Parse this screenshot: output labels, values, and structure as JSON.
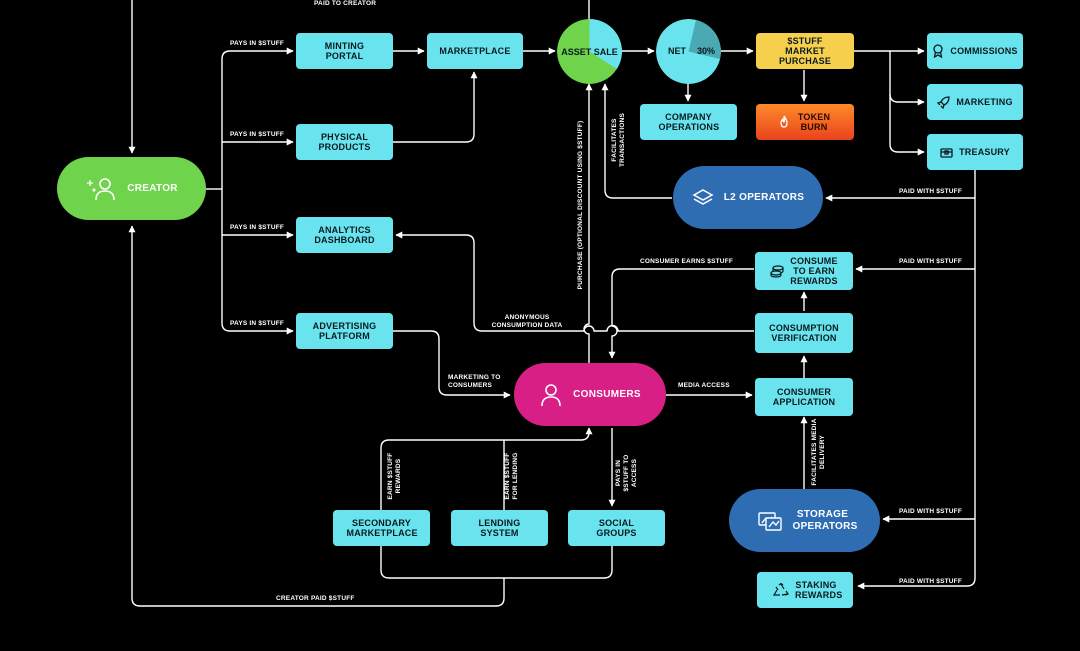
{
  "colors": {
    "background": "#000000",
    "node": "#69e4ef",
    "creator": "#6fd34b",
    "consumers": "#d81f86",
    "operators": "#2f6db3",
    "market_purchase": "#f6d04d",
    "token_burn": "#e8431c",
    "line": "#ffffff"
  },
  "nodes": {
    "creator": "CREATOR",
    "minting_portal": "MINTING PORTAL",
    "physical_products": "PHYSICAL PRODUCTS",
    "analytics_dashboard": "ANALYTICS DASHBOARD",
    "advertising_platform": "ADVERTISING PLATFORM",
    "marketplace": "MARKETPLACE",
    "asset_sale": "ASSET SALE",
    "net": "NET",
    "net_percent": "30%",
    "company_operations": "COMPANY OPERATIONS",
    "market_purchase": "$STUFF MARKET PURCHASE",
    "token_burn": "TOKEN BURN",
    "commissions": "COMMISSIONS",
    "marketing": "MARKETING",
    "treasury": "TREASURY",
    "l2_operators": "L2 OPERATORS",
    "consume_to_earn": "CONSUME TO EARN REWARDS",
    "consumption_verification": "CONSUMPTION VERIFICATION",
    "consumers": "CONSUMERS",
    "consumer_application": "CONSUMER APPLICATION",
    "secondary_marketplace": "SECONDARY MARKETPLACE",
    "lending_system": "LENDING SYSTEM",
    "social_groups": "SOCIAL GROUPS",
    "storage_operators": "STORAGE OPERATORS",
    "staking_rewards": "STAKING REWARDS"
  },
  "edge_labels": {
    "paid_to_creator": "PAID TO CREATOR",
    "pays_in_1": "PAYS IN $STUFF",
    "pays_in_2": "PAYS IN $STUFF",
    "pays_in_3": "PAYS IN $STUFF",
    "pays_in_4": "PAYS IN $STUFF",
    "purchase_discount": "PURCHASE (OPTIONAL DISCOUNT USING $STUFF)",
    "facilitates_transactions": "FACILITATES TRANSACTIONS",
    "paid_with_1": "PAID WITH $STUFF",
    "paid_with_2": "PAID WITH $STUFF",
    "paid_with_3": "PAID WITH $STUFF",
    "paid_with_4": "PAID WITH $STUFF",
    "consumer_earns": "CONSUMER EARNS $STUFF",
    "anonymous_data": "ANONYMOUS CONSUMPTION DATA",
    "marketing_to_consumers": "MARKETING TO CONSUMERS",
    "media_access": "MEDIA ACCESS",
    "facilitates_media": "FACILITATES MEDIA DELIVERY",
    "earn_rewards": "EARN $STUFF REWARDS",
    "earn_lending": "EARN $STUFF FOR LENDING",
    "pays_to_access": "PAYS IN $STUFF TO ACCESS",
    "creator_paid": "CREATOR  PAID $STUFF"
  }
}
